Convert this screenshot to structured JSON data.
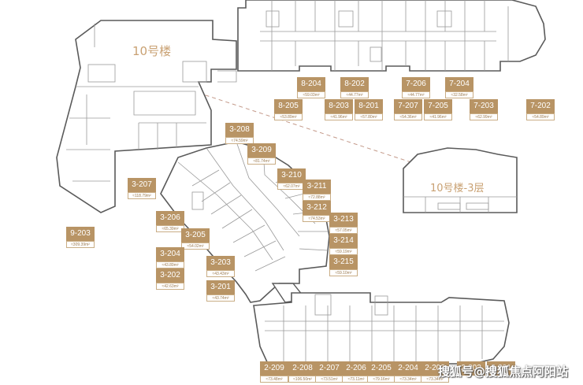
{
  "buildings": [
    {
      "key": "b10",
      "label": "10号楼"
    },
    {
      "key": "b10f3",
      "label": "10号楼-3层"
    }
  ],
  "units": [
    {
      "key": "u8204",
      "label": "8-204",
      "area": "≈59.03m²"
    },
    {
      "key": "u8202",
      "label": "8-202",
      "area": "≈44.77m²"
    },
    {
      "key": "u7206",
      "label": "7-206",
      "area": "≈44.77m²"
    },
    {
      "key": "u7204",
      "label": "7-204",
      "area": "≈32.58m²"
    },
    {
      "key": "u8205",
      "label": "8-205",
      "area": "≈53.89m²"
    },
    {
      "key": "u8203",
      "label": "8-203",
      "area": "≈41.96m²"
    },
    {
      "key": "u8201",
      "label": "8-201",
      "area": "≈57.80m²"
    },
    {
      "key": "u7207",
      "label": "7-207",
      "area": "≈54.36m²"
    },
    {
      "key": "u7205",
      "label": "7-205",
      "area": "≈41.96m²"
    },
    {
      "key": "u7203",
      "label": "7-203",
      "area": "≈62.99m²"
    },
    {
      "key": "u7202",
      "label": "7-202",
      "area": "≈54.89m²"
    },
    {
      "key": "u3208",
      "label": "3-208",
      "area": "≈74.59m²"
    },
    {
      "key": "u3209",
      "label": "3-209",
      "area": "≈81.74m²"
    },
    {
      "key": "u3207",
      "label": "3-207",
      "area": "≈118.79m²"
    },
    {
      "key": "u3210",
      "label": "3-210",
      "area": "≈62.07m²"
    },
    {
      "key": "u3211",
      "label": "3-211",
      "area": "≈72.88m²"
    },
    {
      "key": "u3212",
      "label": "3-212",
      "area": "≈74.53m²"
    },
    {
      "key": "u3206",
      "label": "3-206",
      "area": "≈65.39m²"
    },
    {
      "key": "u3213",
      "label": "3-213",
      "area": "≈57.05m²"
    },
    {
      "key": "u3205",
      "label": "3-205",
      "area": "≈54.02m²"
    },
    {
      "key": "u3214",
      "label": "3-214",
      "area": "≈59.19m²"
    },
    {
      "key": "u3204",
      "label": "3-204",
      "area": "≈43.89m²"
    },
    {
      "key": "u3203",
      "label": "3-203",
      "area": "≈43.43m²"
    },
    {
      "key": "u3215",
      "label": "3-215",
      "area": "≈59.10m²"
    },
    {
      "key": "u3202",
      "label": "3-202",
      "area": "≈42.63m²"
    },
    {
      "key": "u3201",
      "label": "3-201",
      "area": "≈43.74m²"
    },
    {
      "key": "u9203",
      "label": "9-203",
      "area": "≈309.39m²"
    },
    {
      "key": "u2209",
      "label": "2-209",
      "area": "≈73.48m²"
    },
    {
      "key": "u2208",
      "label": "2-208",
      "area": "≈106.50m²"
    },
    {
      "key": "u2207",
      "label": "2-207",
      "area": "≈73.51m²"
    },
    {
      "key": "u2206",
      "label": "2-206",
      "area": "≈73.11m²"
    },
    {
      "key": "u2205",
      "label": "2-205",
      "area": "≈79.16m²"
    },
    {
      "key": "u2204",
      "label": "2-204",
      "area": "≈73.34m²"
    },
    {
      "key": "u2203",
      "label": "2-203",
      "area": "≈73.34m²"
    },
    {
      "key": "u2202",
      "label": "2-202",
      "area": ""
    },
    {
      "key": "u2201",
      "label": "2-201",
      "area": ""
    }
  ],
  "watermark": "搜狐号@搜狐焦点阿阳站",
  "colors": {
    "tag_fill": "#b89465",
    "tag_text": "#ffffff",
    "building_text": "#c9a173",
    "wall": "#5a5a5a",
    "partition": "#9a9a9a",
    "dashed_link": "#c49a8a"
  }
}
